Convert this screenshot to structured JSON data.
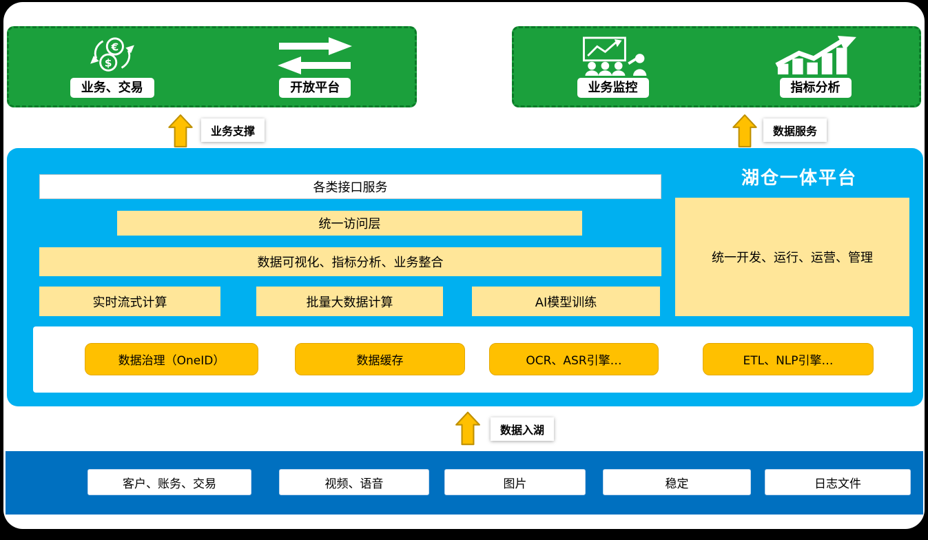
{
  "colors": {
    "green": "#1BA03C",
    "cyan": "#00B0F0",
    "dark_blue": "#0070C0",
    "light_yellow": "#FFE699",
    "orange": "#FFC000",
    "arrow_outline": "#BF9000"
  },
  "top_left_group": {
    "items": [
      {
        "label": "业务、交易",
        "icon": "currency-exchange-icon"
      },
      {
        "label": "开放平台",
        "icon": "transfer-arrows-icon"
      }
    ]
  },
  "top_right_group": {
    "items": [
      {
        "label": "业务监控",
        "icon": "business-monitor-icon"
      },
      {
        "label": "指标分析",
        "icon": "chart-growth-icon"
      }
    ]
  },
  "arrow_labels": {
    "business_support": "业务支撑",
    "data_service": "数据服务",
    "data_into_lake": "数据入湖"
  },
  "platform": {
    "title": "湖仓一体平台",
    "api_bar": "各类接口服务",
    "access_bar": "统一访问层",
    "viz_bar": "数据可视化、指标分析、业务整合",
    "compute_boxes": [
      "实时流式计算",
      "批量大数据计算",
      "AI模型训练"
    ],
    "management_box": "统一开发、运行、运营、管理",
    "engine_boxes": [
      "数据治理（OneID）",
      "数据缓存",
      "OCR、ASR引擎…",
      "ETL、NLP引擎…"
    ]
  },
  "data_sources": [
    "客户、账务、交易",
    "视频、语音",
    "图片",
    "稳定",
    "日志文件"
  ]
}
